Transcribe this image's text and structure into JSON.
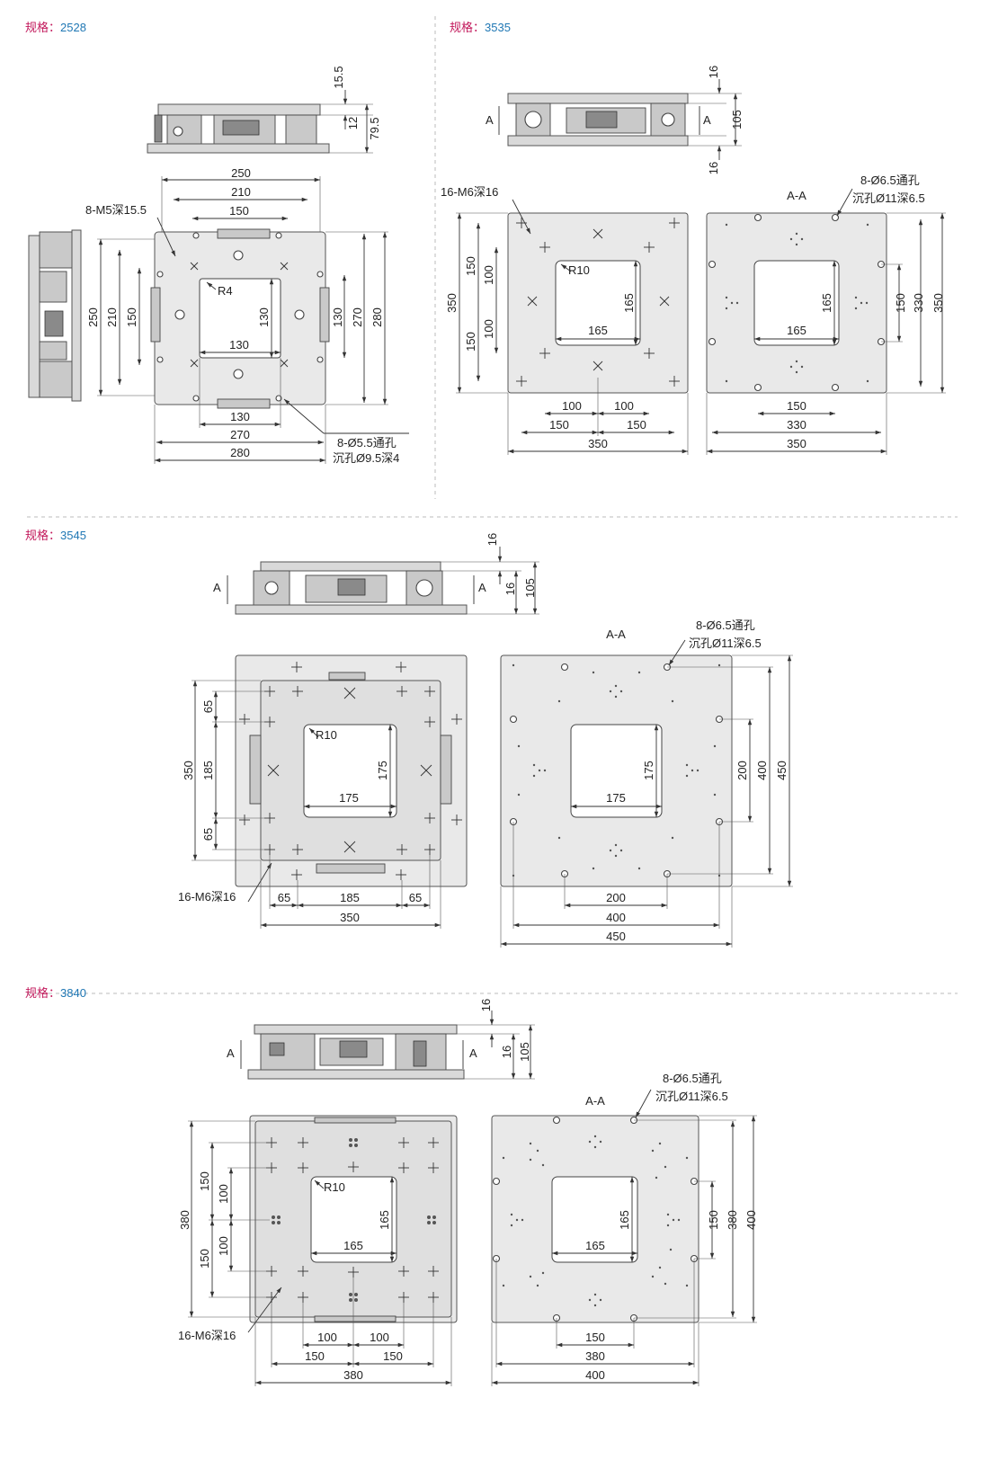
{
  "colors": {
    "label": "#c2185b",
    "value": "#1f77b4",
    "line": "#333333",
    "plate": "#e9e9e9"
  },
  "sections": {
    "s2528": {
      "label": "规格：",
      "model": "2528",
      "dims": {
        "d15_5": "15.5",
        "d12": "12",
        "d79_5": "79.5",
        "top250": "250",
        "top210": "210",
        "top150": "150",
        "l250": "250",
        "l210": "210",
        "l150": "150",
        "r130": "130",
        "r270": "270",
        "r280": "280",
        "c130h": "130",
        "c130v": "130",
        "b130": "130",
        "b270": "270",
        "b280": "280",
        "r4": "R4"
      },
      "notes": {
        "tap": "8-M5深15.5",
        "hole1": "8-Ø5.5通孔",
        "hole2": "沉孔Ø9.5深4"
      }
    },
    "s3535": {
      "label": "规格：",
      "model": "3535",
      "dims": {
        "d16a": "16",
        "d105": "105",
        "d16b": "16",
        "secA1": "A",
        "secA2": "A",
        "l350": "350",
        "l150a": "150",
        "l100a": "100",
        "l100b": "100",
        "l150b": "150",
        "r10": "R10",
        "c165v": "165",
        "c165h": "165",
        "b100a": "100",
        "b100b": "100",
        "b150a": "150",
        "b150b": "150",
        "b350": "350",
        "aa": "A-A",
        "ac165v": "165",
        "ac165h": "165",
        "ar150": "150",
        "ar330": "330",
        "ar350": "350",
        "ab150": "150",
        "ab330": "330",
        "ab350": "350"
      },
      "notes": {
        "tap": "16-M6深16",
        "hole1": "8-Ø6.5通孔",
        "hole2": "沉孔Ø11深6.5"
      }
    },
    "s3545": {
      "label": "规格：",
      "model": "3545",
      "dims": {
        "d16a": "16",
        "d16b": "16",
        "d105": "105",
        "secA1": "A",
        "secA2": "A",
        "l350": "350",
        "l65a": "65",
        "l185": "185",
        "l65b": "65",
        "r10": "R10",
        "c175v": "175",
        "c175h": "175",
        "b65a": "65",
        "b185": "185",
        "b65b": "65",
        "b350": "350",
        "aa": "A-A",
        "ac175v": "175",
        "ac175h": "175",
        "ar200": "200",
        "ar400": "400",
        "ar450": "450",
        "ab200": "200",
        "ab400": "400",
        "ab450": "450"
      },
      "notes": {
        "tap": "16-M6深16",
        "hole1": "8-Ø6.5通孔",
        "hole2": "沉孔Ø11深6.5"
      }
    },
    "s3840": {
      "label": "规格：",
      "model": "3840",
      "dims": {
        "d16a": "16",
        "d16b": "16",
        "d105": "105",
        "secA1": "A",
        "secA2": "A",
        "l380": "380",
        "l150a": "150",
        "l100a": "100",
        "l100b": "100",
        "l150b": "150",
        "r10": "R10",
        "c165v": "165",
        "c165h": "165",
        "b100a": "100",
        "b100b": "100",
        "b150a": "150",
        "b150b": "150",
        "b380": "380",
        "aa": "A-A",
        "ac165v": "165",
        "ac165h": "165",
        "ar150": "150",
        "ar380": "380",
        "ar400": "400",
        "ab150": "150",
        "ab380": "380",
        "ab400": "400"
      },
      "notes": {
        "tap": "16-M6深16",
        "hole1": "8-Ø6.5通孔",
        "hole2": "沉孔Ø11深6.5"
      }
    }
  }
}
